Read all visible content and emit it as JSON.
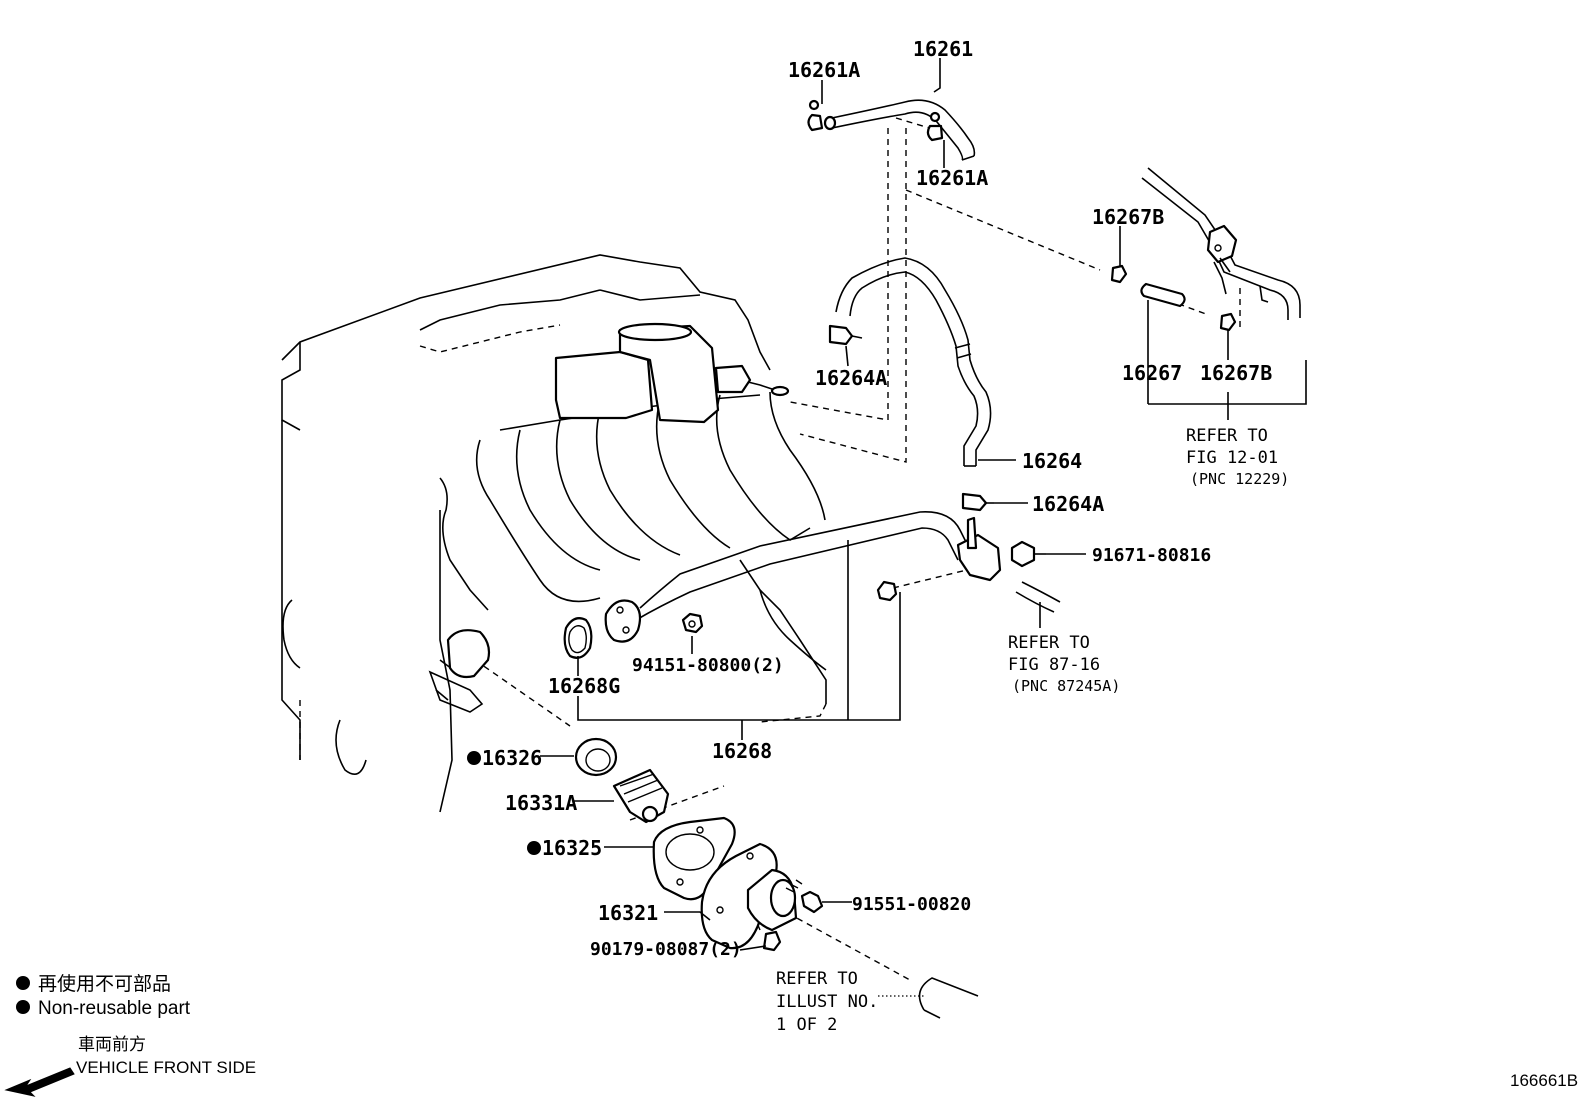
{
  "parts": {
    "p16261": "16261",
    "p16261A_top": "16261A",
    "p16261A_mid": "16261A",
    "p16267B_top": "16267B",
    "p16267B_bot": "16267B",
    "p16267": "16267",
    "p16264A_top": "16264A",
    "p16264": "16264",
    "p16264A_bot": "16264A",
    "p91671": "91671-80816",
    "p94151": "94151-80800(2)",
    "p16268G": "16268G",
    "p16268": "16268",
    "p16326": "16326",
    "p16331A": "16331A",
    "p16325": "16325",
    "p16321": "16321",
    "p91551": "91551-00820",
    "p90179": "90179-08087(2)"
  },
  "refs": {
    "fig12": {
      "line1": "REFER TO",
      "line2": "FIG 12-01",
      "line3": "(PNC 12229)"
    },
    "fig87": {
      "line1": "REFER TO",
      "line2": "FIG 87-16",
      "line3": "(PNC 87245A)"
    },
    "illust": {
      "line1": "REFER TO",
      "line2": "ILLUST NO.",
      "line3": "1 OF 2"
    }
  },
  "legend": {
    "nonreusable_jp": "再使用不可部品",
    "nonreusable_en": "Non-reusable part",
    "front_jp": "車両前方",
    "front_en": "VEHICLE FRONT SIDE"
  },
  "figure_id": "166661B",
  "icons": {
    "nonreusable_marker": "filled-circle-icon",
    "front_direction": "arrow-left-icon"
  }
}
